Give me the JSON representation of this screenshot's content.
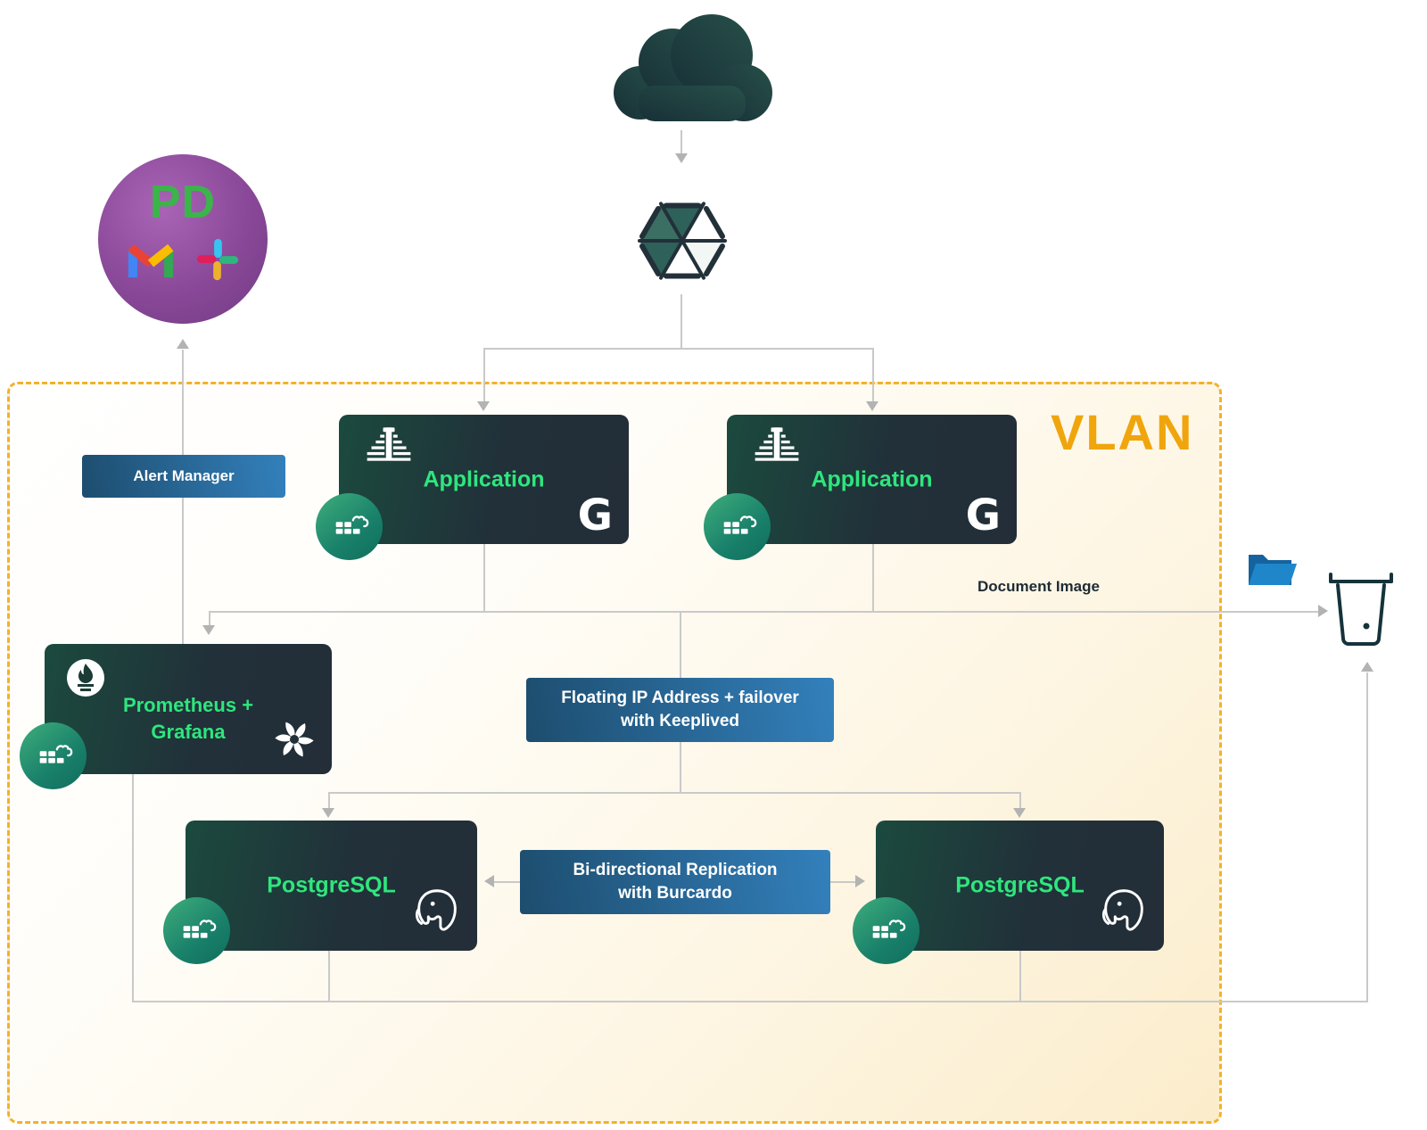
{
  "vlan": {
    "label": "VLAN"
  },
  "external": {
    "pagerduty_label": "PD"
  },
  "nodes": {
    "alert_manager": {
      "label": "Alert Manager"
    },
    "application_1": {
      "label": "Application"
    },
    "application_2": {
      "label": "Application"
    },
    "prometheus_grafana": {
      "label_line1": "Prometheus +",
      "label_line2": "Grafana"
    },
    "floating_ip": {
      "label_line1": "Floating IP Address + failover",
      "label_line2": "with Keeplived"
    },
    "postgresql_1": {
      "label": "PostgreSQL"
    },
    "postgresql_2": {
      "label": "PostgreSQL"
    },
    "bidirectional": {
      "label_line1": "Bi-directional Replication",
      "label_line2": "with Burcardo"
    }
  },
  "annotations": {
    "document_image": "Document Image"
  },
  "icons": {
    "cloud": "cloud-icon",
    "network_hub": "hexagon-network-icon",
    "pagerduty": "pagerduty-icon",
    "gmail": "gmail-icon",
    "slack": "slack-icon",
    "pyramid": "pyramid-icon",
    "gateway_glyph": "G",
    "docker": "docker-icon",
    "prometheus": "prometheus-icon",
    "grafana": "grafana-icon",
    "postgresql_elephant": "postgresql-elephant-icon",
    "folder": "folder-icon",
    "bucket": "trash-bucket-icon"
  },
  "colors": {
    "vlan_border": "#F3B229",
    "vlan_label": "#F0A50C",
    "node_dark_start": "#1B4A3E",
    "node_dark_end": "#232E38",
    "node_blue_start": "#1D4D6E",
    "node_blue_end": "#3380BC",
    "accent_green": "#2EE67D",
    "docker_green_start": "#3FAE7C",
    "docker_green_end": "#0F6E5C",
    "pagerduty_purple": "#8A4898",
    "connector_gray": "#C9C9C9"
  }
}
